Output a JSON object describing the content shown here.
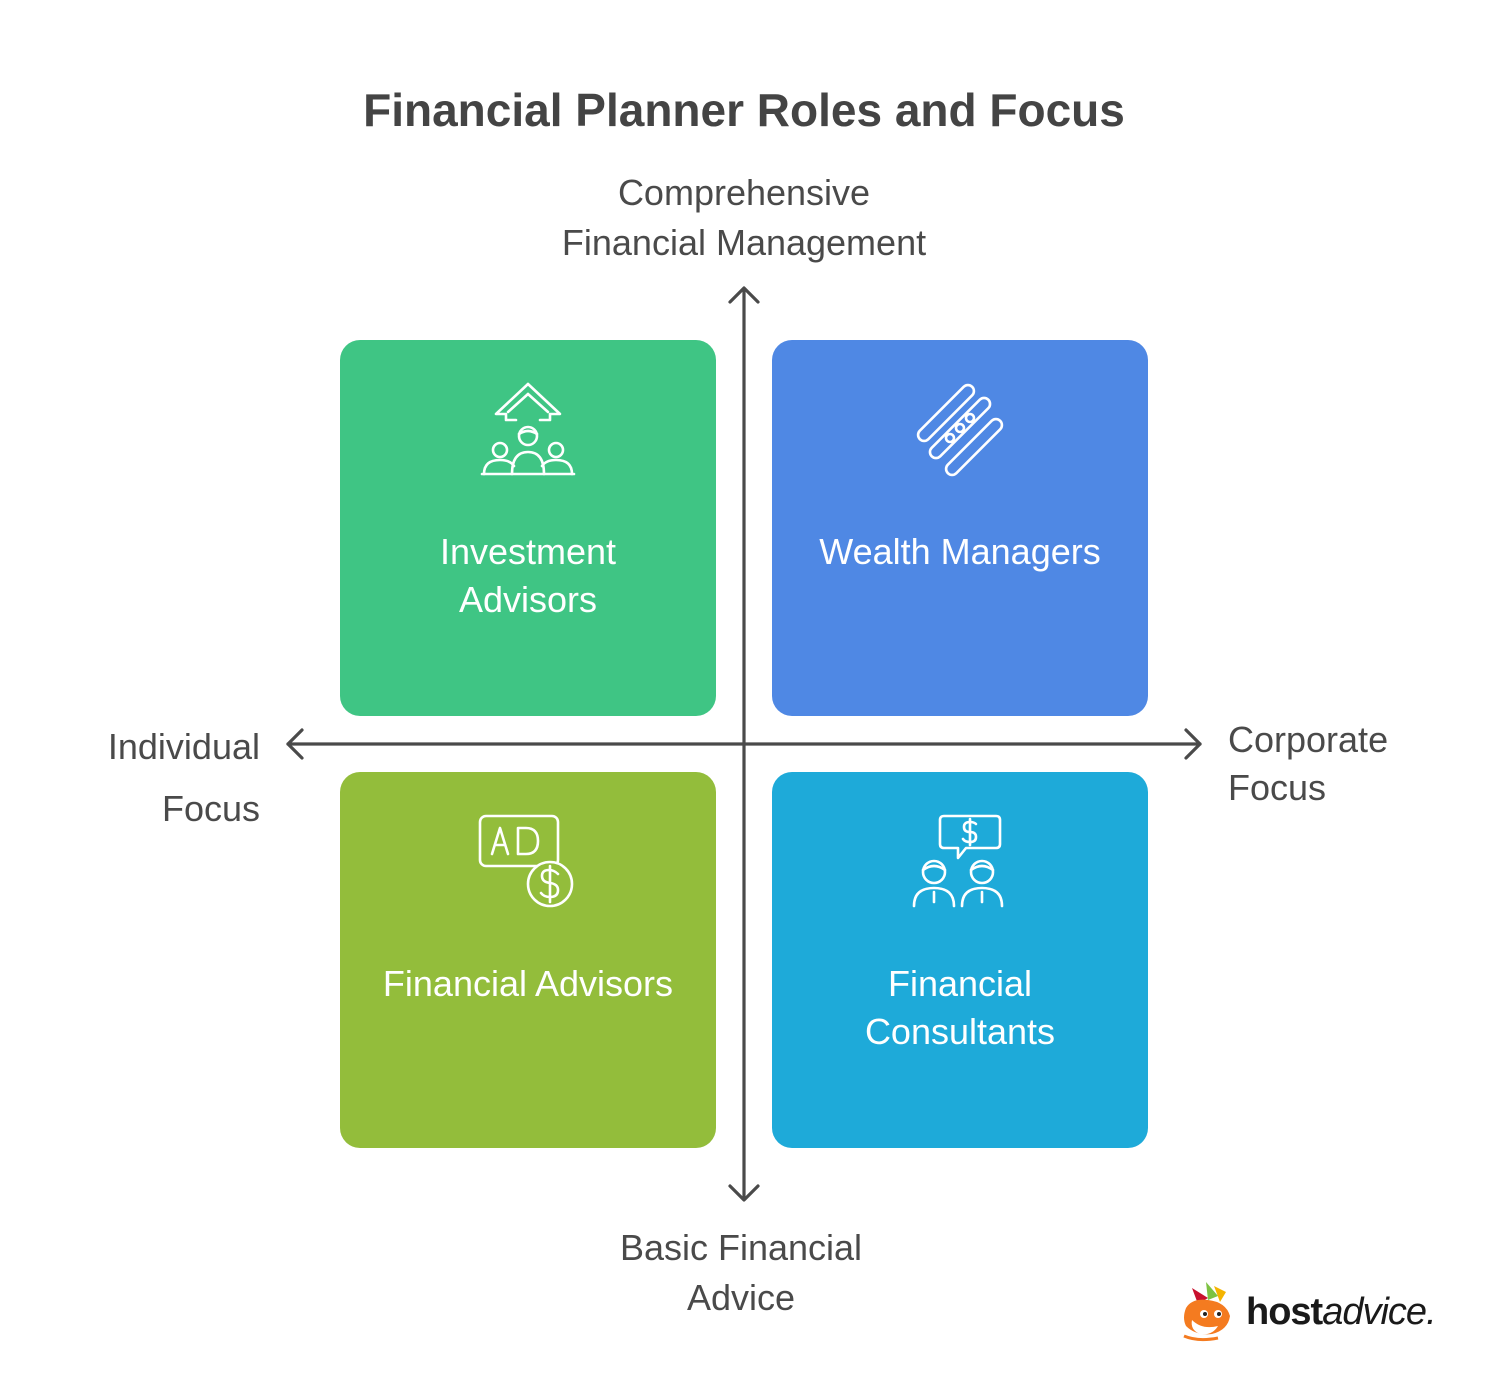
{
  "title": "Financial Planner Roles and Focus",
  "axes": {
    "top": [
      "Comprehensive",
      "Financial Management"
    ],
    "bottom": [
      "Basic Financial",
      "Advice"
    ],
    "left": [
      "Individual",
      "Focus"
    ],
    "right": [
      "Corporate",
      "Focus"
    ]
  },
  "quadrants": {
    "top_left": {
      "lines": [
        "Investment",
        "Advisors"
      ],
      "color": "#3fc584",
      "icon": "growth-arrow-people-icon"
    },
    "top_right": {
      "lines": [
        "Wealth Managers"
      ],
      "color": "#4f88e4",
      "icon": "diagonal-bars-icon"
    },
    "bottom_left": {
      "lines": [
        "Financial Advisors"
      ],
      "color": "#93bd3b",
      "icon": "ad-dollar-icon"
    },
    "bottom_right": {
      "lines": [
        "Financial",
        "Consultants"
      ],
      "color": "#1eaad9",
      "icon": "consultants-dollar-chat-icon"
    }
  },
  "logo": {
    "bold": "host",
    "italic": "advice."
  }
}
